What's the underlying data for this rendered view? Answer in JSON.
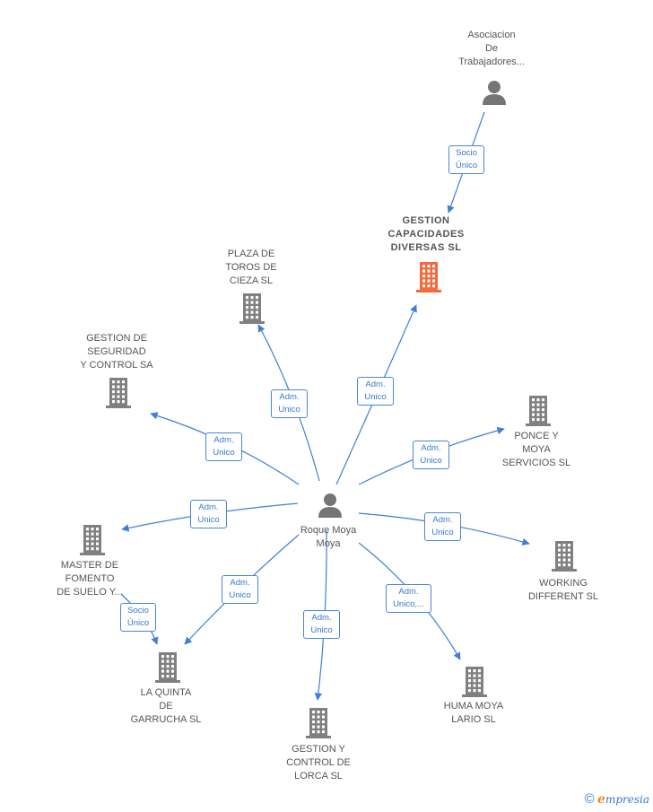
{
  "colors": {
    "edge": "#3f7fd6",
    "building": "#808080",
    "highlight": "#f26a3d",
    "person": "#757575",
    "label": "#555555"
  },
  "nodes": [
    {
      "id": "roque",
      "type": "person-icon",
      "label": "Roque Moya\nMoya"
    },
    {
      "id": "asoc",
      "type": "person-icon",
      "label": "Asociacion\nDe\nTrabajadores..."
    },
    {
      "id": "gcd",
      "type": "building-icon",
      "highlight": true,
      "label": "GESTION\nCAPACIDADES\nDIVERSAS  SL"
    },
    {
      "id": "plaza",
      "type": "building-icon",
      "label": "PLAZA DE\nTOROS DE\nCIEZA  SL"
    },
    {
      "id": "gsc",
      "type": "building-icon",
      "label": "GESTION DE\nSEGURIDAD\nY CONTROL SA"
    },
    {
      "id": "ponce",
      "type": "building-icon",
      "label": "PONCE Y\nMOYA\nSERVICIOS SL"
    },
    {
      "id": "working",
      "type": "building-icon",
      "label": "WORKING\nDIFFERENT  SL"
    },
    {
      "id": "master",
      "type": "building-icon",
      "label": "MASTER DE\nFOMENTO\nDE SUELO Y..."
    },
    {
      "id": "quinta",
      "type": "building-icon",
      "label": "LA QUINTA\nDE\nGARRUCHA SL"
    },
    {
      "id": "lorca",
      "type": "building-icon",
      "label": "GESTION Y\nCONTROL DE\nLORCA SL"
    },
    {
      "id": "huma",
      "type": "building-icon",
      "label": "HUMA MOYA\nLARIO  SL"
    }
  ],
  "edges": [
    {
      "from": "asoc",
      "to": "gcd",
      "label": "Socio\nÚnico"
    },
    {
      "from": "roque",
      "to": "gcd",
      "label": "Adm.\nUnico"
    },
    {
      "from": "roque",
      "to": "plaza",
      "label": "Adm.\nUnico"
    },
    {
      "from": "roque",
      "to": "gsc",
      "label": "Adm.\nUnico"
    },
    {
      "from": "roque",
      "to": "ponce",
      "label": "Adm.\nUnico"
    },
    {
      "from": "roque",
      "to": "working",
      "label": "Adm.\nUnico"
    },
    {
      "from": "roque",
      "to": "master",
      "label": "Adm.\nUnico"
    },
    {
      "from": "roque",
      "to": "quinta",
      "label": "Adm.\nUnico"
    },
    {
      "from": "roque",
      "to": "lorca",
      "label": "Adm.\nUnico"
    },
    {
      "from": "roque",
      "to": "huma",
      "label": "Adm.\nUnico,..."
    },
    {
      "from": "master",
      "to": "quinta",
      "label": "Socio\nÚnico"
    }
  ],
  "footer": {
    "copyright": "©",
    "brand_e": "e",
    "brand_rest": "mpresia"
  }
}
